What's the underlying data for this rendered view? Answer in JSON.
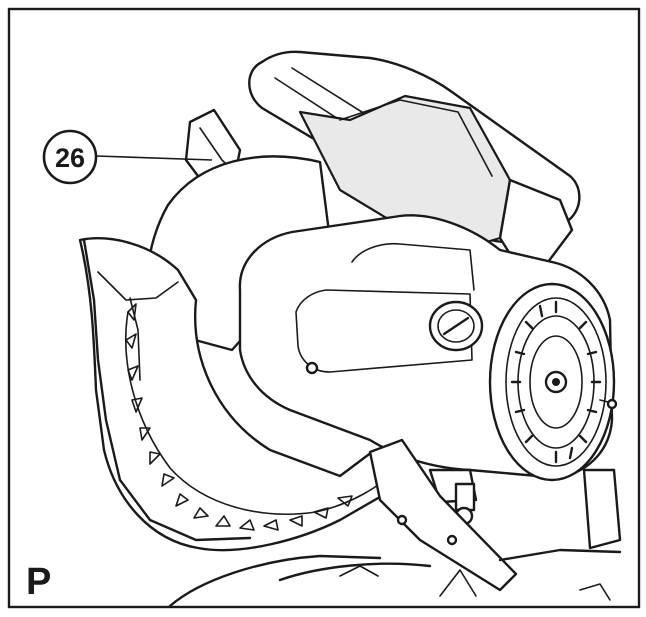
{
  "figure": {
    "panel_label": "P",
    "callouts": [
      {
        "number": "26"
      }
    ]
  },
  "icons": {
    "frame": "border-frame",
    "drawing": "miter-saw-line-drawing",
    "part_26": "blade-guard-lever"
  },
  "colors": {
    "ink": "#1a1a1a",
    "background": "#ffffff"
  }
}
